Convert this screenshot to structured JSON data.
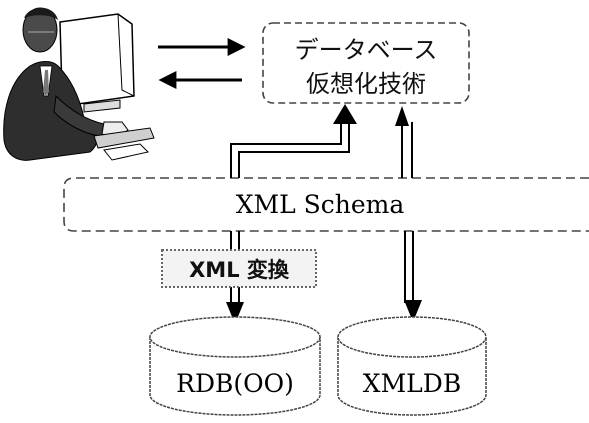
{
  "virtualization_box": {
    "line1": "データベース",
    "line2": "仮想化技術"
  },
  "schema_band": {
    "label": "XML Schema"
  },
  "conversion_box": {
    "label": "XML 変換"
  },
  "databases": [
    {
      "label": "RDB(OO)"
    },
    {
      "label": "XMLDB"
    }
  ],
  "colors": {
    "stroke": "#000000",
    "dashed_stroke": "#555555",
    "cylinder_stroke": "#444444",
    "dotted_fill": "#f3f3f3"
  }
}
